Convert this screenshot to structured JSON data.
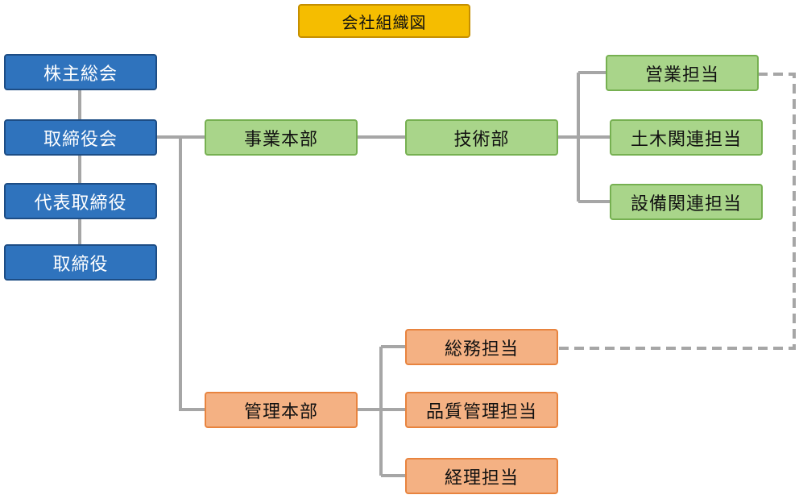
{
  "title": "会社組織図",
  "colors": {
    "title_fill": "#f5bd00",
    "governance_fill": "#2f73bd",
    "business_fill": "#a9d58a",
    "admin_fill": "#f4b183",
    "connector": "#a6a6a6"
  },
  "governance": {
    "shareholders_meeting": "株主総会",
    "board_of_directors": "取締役会",
    "representative_director": "代表取締役",
    "director": "取締役"
  },
  "business": {
    "division": "事業本部",
    "engineering_department": "技術部",
    "sales": "営業担当",
    "civil_engineering": "土木関連担当",
    "facilities": "設備関連担当"
  },
  "administration": {
    "division": "管理本部",
    "general_affairs": "総務担当",
    "quality_control": "品質管理担当",
    "accounting": "経理担当"
  }
}
